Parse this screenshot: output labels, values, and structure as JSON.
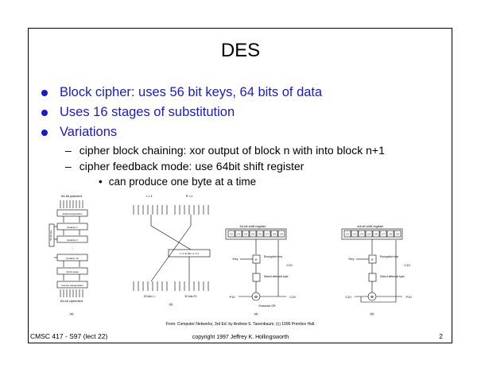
{
  "slide": {
    "title": "DES",
    "bullets": [
      "Block cipher: uses 56 bit keys, 64 bits of data",
      "Uses 16 stages of substitution",
      "Variations"
    ],
    "sub_bullets": [
      "cipher block chaining: xor output of block n with into block n+1",
      "cipher feedback mode: use 64bit shift register"
    ],
    "sub_sub_bullet": "can produce one byte at a time",
    "caption": "From: Computer Networks, 3rd Ed. by Andrew S. Tanenbaum, (c) 1996 Prentice Hall.",
    "footer_left": "CMSC 417 - S97 (lect 22)",
    "footer_center": "copyright 1997 Jeffrey K. Hollingsworth",
    "page_number": "2"
  },
  "diagram": {
    "left": {
      "top_label": "64-bit plaintext",
      "bottom_label": "64-bit ciphertext",
      "key_label": "56-bit key",
      "stages": [
        "Initial transposition",
        "Iteration 1",
        "Iteration 2",
        "Iteration 16",
        "32-bit swap",
        "Inverse transposition"
      ],
      "sub_caption": "(a)"
    },
    "middle": {
      "top_labels": [
        "L i-1",
        "R i-1"
      ],
      "box_label": "L i-1 ⊕ f(R i-1, K i)",
      "bottom_labels": [
        "32 bits L i",
        "32 bits R i"
      ],
      "sub_caption": "(b)"
    },
    "cfb_a": {
      "register_label": "64-bit shift register",
      "cells": [
        "C2",
        "C3",
        "C4",
        "C5",
        "C6",
        "C7",
        "C8",
        "C9"
      ],
      "key_label": "Key",
      "box_label": "E",
      "enc_label": "Encryption box",
      "select_label": "Select leftmost byte",
      "p_label": "P10",
      "c_label": "C10",
      "xor_label": "Exclusive OR",
      "c_side_label": "C10",
      "sub_caption": "(a)"
    },
    "cfb_b": {
      "register_label": "64-bit shift register",
      "cells": [
        "C2",
        "C3",
        "C4",
        "C5",
        "C6",
        "C7",
        "C8",
        "C9"
      ],
      "key_label": "Key",
      "box_label": "E",
      "enc_label": "Encryption box",
      "select_label": "Select leftmost byte",
      "c_label": "C10",
      "p_label": "P10",
      "c_side_label": "C10",
      "sub_caption": "(b)"
    }
  }
}
